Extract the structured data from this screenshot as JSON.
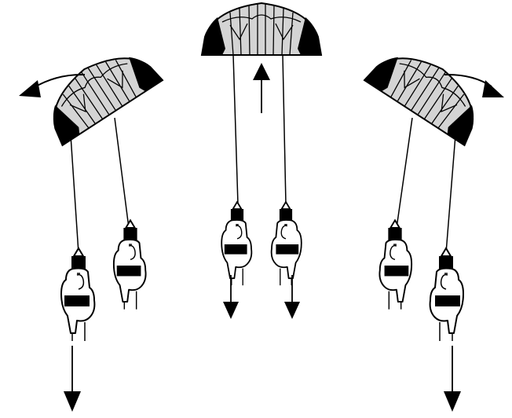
{
  "diagram": {
    "colors": {
      "ink": "#000000",
      "canopy_fill": "#d4d4d4",
      "paper": "#ffffff"
    },
    "panels": [
      {
        "id": "steer-left",
        "kite_tilt": "left",
        "pulled_handle": "left",
        "kite_motion": "rotate-left"
      },
      {
        "id": "neutral",
        "kite_tilt": "none",
        "pulled_handle": "both",
        "kite_motion": "up"
      },
      {
        "id": "steer-right",
        "kite_tilt": "right",
        "pulled_handle": "right",
        "kite_motion": "rotate-right"
      }
    ],
    "icons": [
      "kite-icon",
      "hand-with-handle-icon",
      "arrow-icon"
    ]
  }
}
